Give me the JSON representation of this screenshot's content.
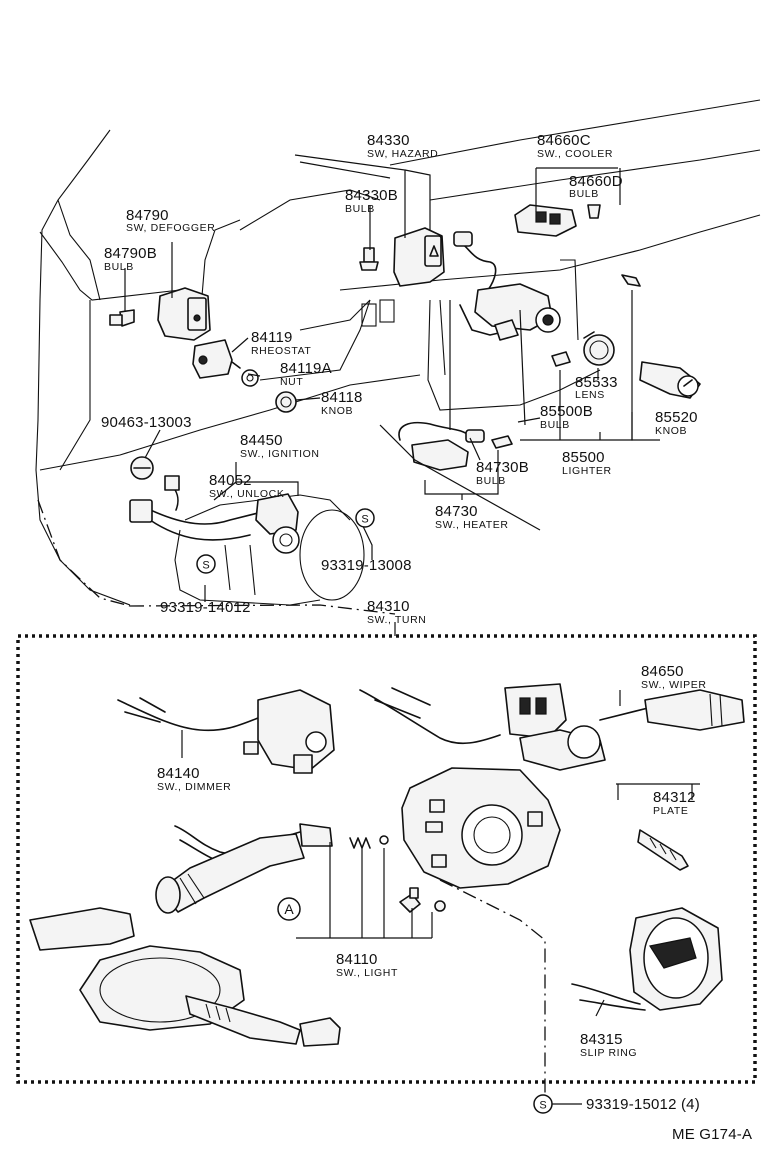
{
  "parts": {
    "p84330": {
      "num": "84330",
      "desc": "SW, HAZARD"
    },
    "p84660c": {
      "num": "84660C",
      "desc": "SW., COOLER"
    },
    "p84330b": {
      "num": "84330B",
      "desc": "BULB"
    },
    "p84660d": {
      "num": "84660D",
      "desc": "BULB"
    },
    "p84790": {
      "num": "84790",
      "desc": "SW, DEFOGGER"
    },
    "p84790b": {
      "num": "84790B",
      "desc": "BULB"
    },
    "p84119": {
      "num": "84119",
      "desc": "RHEOSTAT"
    },
    "p84119a": {
      "num": "84119A",
      "desc": "NUT"
    },
    "p84118": {
      "num": "84118",
      "desc": "KNOB"
    },
    "p90463": {
      "num": "90463-13003"
    },
    "p84450": {
      "num": "84450",
      "desc": "SW., IGNITION"
    },
    "p84052": {
      "num": "84052",
      "desc": "SW., UNLOCK"
    },
    "p93319_13008": {
      "num": "93319-13008"
    },
    "p93319_14012": {
      "num": "93319-14012"
    },
    "p85533": {
      "num": "85533",
      "desc": "LENS"
    },
    "p85500b": {
      "num": "85500B",
      "desc": "BULB"
    },
    "p85520": {
      "num": "85520",
      "desc": "KNOB"
    },
    "p85500": {
      "num": "85500",
      "desc": "LIGHTER"
    },
    "p84730b": {
      "num": "84730B",
      "desc": "BULB"
    },
    "p84730": {
      "num": "84730",
      "desc": "SW., HEATER"
    },
    "p84310": {
      "num": "84310",
      "desc": "SW., TURN"
    },
    "p84650": {
      "num": "84650",
      "desc": "SW., WIPER"
    },
    "p84140": {
      "num": "84140",
      "desc": "SW., DIMMER"
    },
    "p84312": {
      "num": "84312",
      "desc": "PLATE"
    },
    "p84110": {
      "num": "84110",
      "desc": "SW., LIGHT"
    },
    "p84315": {
      "num": "84315",
      "desc": "SLIP RING"
    },
    "p93319_15012": {
      "num": "93319-15012 (4)"
    }
  },
  "markers": {
    "s": "S",
    "a": "A"
  },
  "footer": {
    "code": "ME  G174-A"
  }
}
